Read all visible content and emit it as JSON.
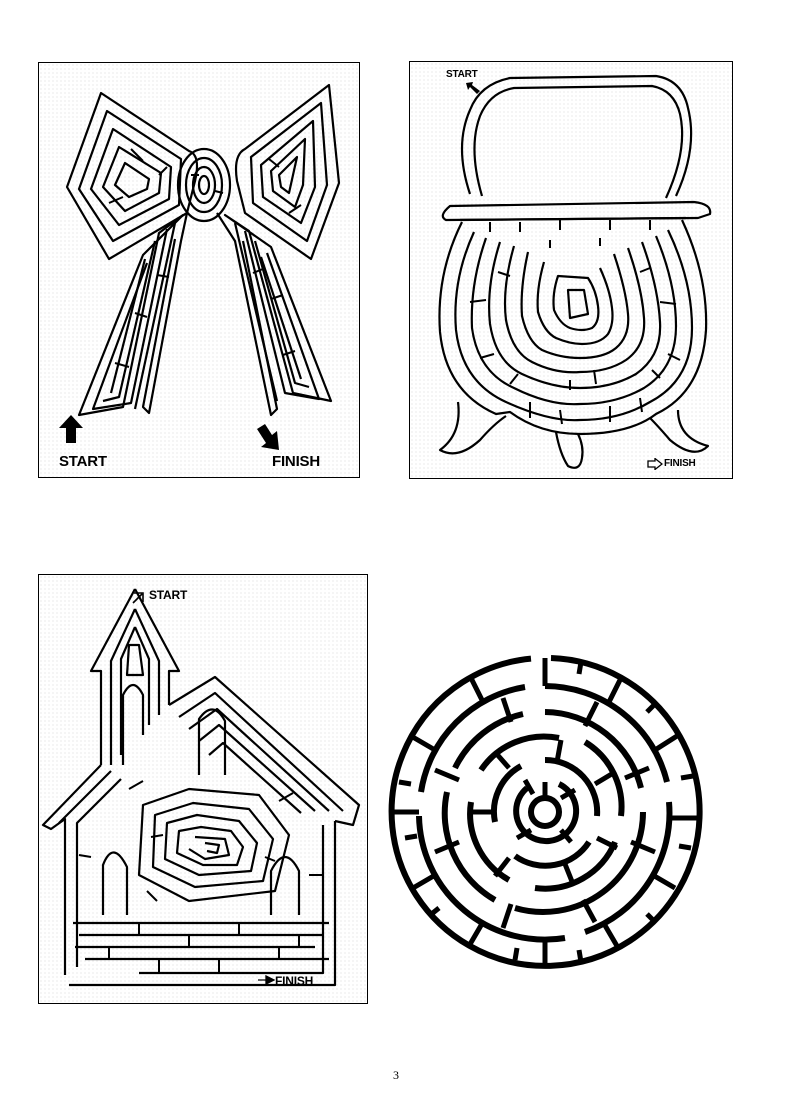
{
  "page": {
    "number": "3"
  },
  "mazes": [
    {
      "subject": "bow",
      "start_label": "START",
      "finish_label": "FINISH"
    },
    {
      "subject": "cauldron",
      "start_label": "START",
      "finish_label": "FINISH"
    },
    {
      "subject": "church",
      "start_label": "START",
      "finish_label": "FINISH"
    },
    {
      "subject": "circle"
    }
  ]
}
